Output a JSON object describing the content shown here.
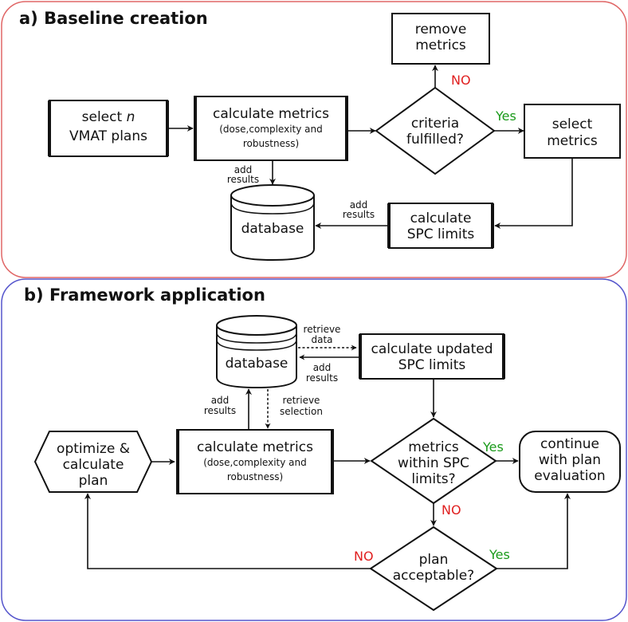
{
  "colors": {
    "section_a_border": "#e06666",
    "section_b_border": "#5555cc",
    "no": "#e02020",
    "yes": "#1a9a1a"
  },
  "section_a": {
    "title": "a) Baseline creation",
    "select_plans": {
      "line1_a": "select ",
      "line1_b": "n",
      "line2": "VMAT plans"
    },
    "calc_metrics": {
      "line1": "calculate metrics",
      "line2": "(dose,complexity and",
      "line3": "robustness)"
    },
    "criteria": {
      "line1": "criteria",
      "line2": "fulfilled?"
    },
    "remove_metrics": {
      "line1": "remove",
      "line2": "metrics"
    },
    "select_metrics": {
      "line1": "select",
      "line2": "metrics"
    },
    "calc_spc": {
      "line1": "calculate",
      "line2": "SPC limits"
    },
    "database": "database",
    "no_label": "NO",
    "yes_label": "Yes",
    "add_results_1": {
      "line1": "add",
      "line2": "results"
    },
    "add_results_2": {
      "line1": "add",
      "line2": "results"
    }
  },
  "section_b": {
    "title": "b) Framework application",
    "database": "database",
    "retrieve_data": {
      "line1": "retrieve",
      "line2": "data"
    },
    "add_results_db": {
      "line1": "add",
      "line2": "results"
    },
    "calc_updated": {
      "line1": "calculate updated",
      "line2": "SPC limits"
    },
    "add_results_left": {
      "line1": "add",
      "line2": "results"
    },
    "retrieve_selection": {
      "line1": "retrieve",
      "line2": "selection"
    },
    "optimize": {
      "line1": "optimize &",
      "line2": "calculate",
      "line3": "plan"
    },
    "calc_metrics": {
      "line1": "calculate metrics",
      "line2": "(dose,complexity and",
      "line3": "robustness)"
    },
    "within_spc": {
      "line1": "metrics",
      "line2": "within SPC",
      "line3": "limits?"
    },
    "continue": {
      "line1": "continue",
      "line2": "with plan",
      "line3": "evaluation"
    },
    "plan_acceptable": {
      "line1": "plan",
      "line2": "acceptable?"
    },
    "yes_1": "Yes",
    "no_1": "NO",
    "no_2": "NO",
    "yes_2": "Yes"
  }
}
